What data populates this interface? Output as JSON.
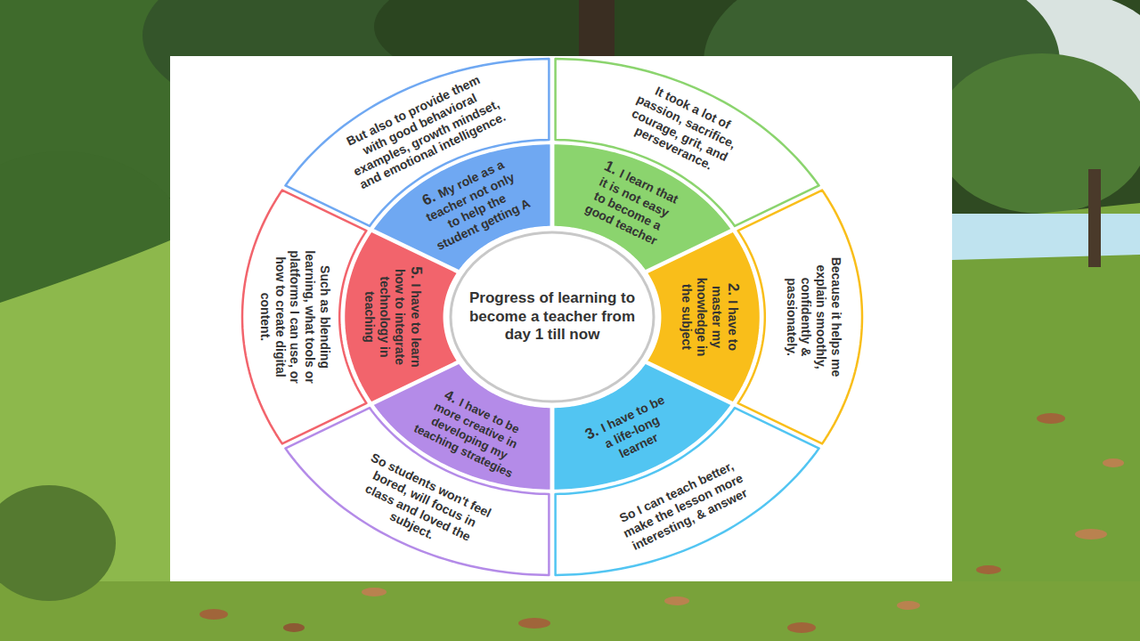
{
  "diagram": {
    "nodes": [
      {
        "text": [
          "Progress of learning to become a teacher from day 1 till now"
        ]
      },
      {
        "text": [
          "1.",
          "I learn that it is not easy to become a good teacher"
        ]
      },
      {
        "text": [
          "It took a lot of passion, sacrifice, courage, grit, and perseverance."
        ]
      },
      {
        "text": [
          "2.",
          "I have to master my knowledge in the subject"
        ]
      },
      {
        "text": [
          "Because it helps me explain smoothly, confidently & passionately."
        ]
      },
      {
        "text": [
          "3.",
          "I have to be a life-long learner"
        ]
      },
      {
        "text": [
          "So I can teach better, make the lesson more interesting, & answer"
        ]
      },
      {
        "text": [
          "4.",
          "I have to be more creative in developing my teaching strategies"
        ]
      },
      {
        "text": [
          "So students won't feel bored, will focus in class and loved the subject."
        ]
      },
      {
        "text": [
          "5.",
          "I have to learn how to integrate technology in teaching"
        ]
      },
      {
        "text": [
          "Such as blending learning, what tools or platforms I can use, or how to create digital content."
        ]
      },
      {
        "text": [
          "6.",
          "My role as a teacher not only to help the student getting A"
        ]
      },
      {
        "text": [
          "But also to provide them with good behavioral examples, growth mindset, and emotional intelligence."
        ]
      }
    ]
  }
}
